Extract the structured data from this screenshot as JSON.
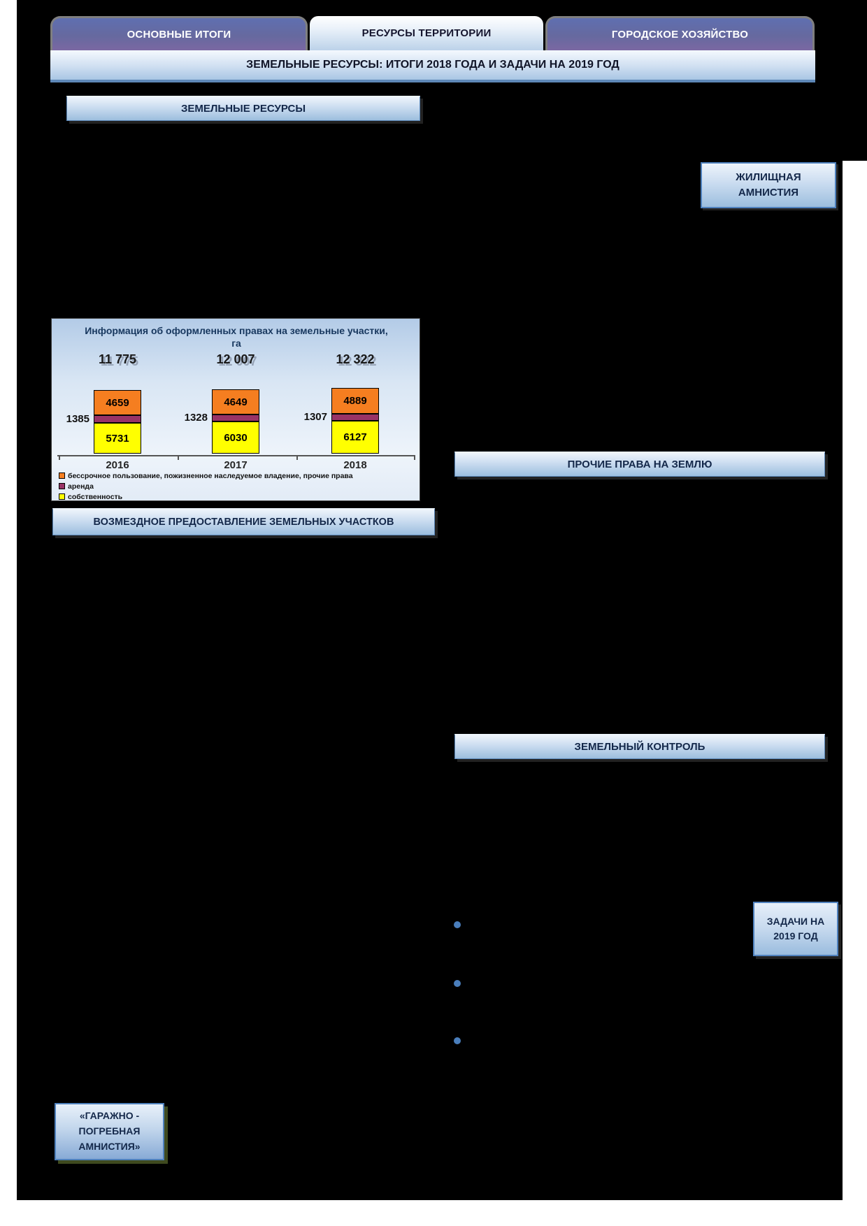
{
  "tabs": {
    "items": [
      {
        "label": "ОСНОВНЫЕ ИТОГИ",
        "active": false
      },
      {
        "label": "РЕСУРСЫ ТЕРРИТОРИИ",
        "active": true
      },
      {
        "label": "ГОРОДСКОЕ ХОЗЯЙСТВО",
        "active": false
      }
    ]
  },
  "title_bar": {
    "text": "ЗЕМЕЛЬНЫЕ РЕСУРСЫ: ИТОГИ 2018 ГОДА И ЗАДАЧИ НА 2019 ГОД"
  },
  "section_headers": {
    "land_resources": "ЗЕМЕЛЬНЫЕ РЕСУРСЫ",
    "housing_amnesty": "ЖИЛИЩНАЯ АМНИСТИЯ",
    "other_land_rights": "ПРОЧИЕ ПРАВА НА ЗЕМЛЮ",
    "paid_provision": "ВОЗМЕЗДНОЕ ПРЕДОСТАВЛЕНИЕ ЗЕМЕЛЬНЫХ УЧАСТКОВ",
    "land_control": "ЗЕМЕЛЬНЫЙ КОНТРОЛЬ",
    "tasks_2019": "ЗАДАЧИ НА 2019 ГОД",
    "garage_amnesty": "«ГАРАЖНО - ПОГРЕБНАЯ АМНИСТИЯ»"
  },
  "chart_data": {
    "type": "bar",
    "stacked": true,
    "title": "Информация об оформленных правах на земельные участки, га",
    "categories": [
      "2016",
      "2017",
      "2018"
    ],
    "series": [
      {
        "name": "собственность",
        "color": "#ffff00",
        "values": [
          5731,
          6030,
          6127
        ],
        "label_position": "inside"
      },
      {
        "name": "аренда",
        "color": "#993366",
        "values": [
          1385,
          1328,
          1307
        ],
        "label_position": "left"
      },
      {
        "name": "бессрочное пользование, пожизненное наследуемое владение, прочие права",
        "color": "#f57e20",
        "values": [
          4659,
          4649,
          4889
        ],
        "label_position": "inside"
      }
    ],
    "totals": [
      11775,
      12007,
      12322
    ],
    "totals_display": [
      "11 775",
      "12 007",
      "12 322"
    ],
    "legend_position": "bottom-left",
    "grid": false
  },
  "colors": {
    "accent_blue": "#4f81bd",
    "bullet": "#4a7ebc",
    "slide_background": "#000000",
    "tab_purple": "#66699f",
    "bar_orange": "#f57e20",
    "bar_maroon": "#993366",
    "bar_yellow": "#ffff00"
  }
}
